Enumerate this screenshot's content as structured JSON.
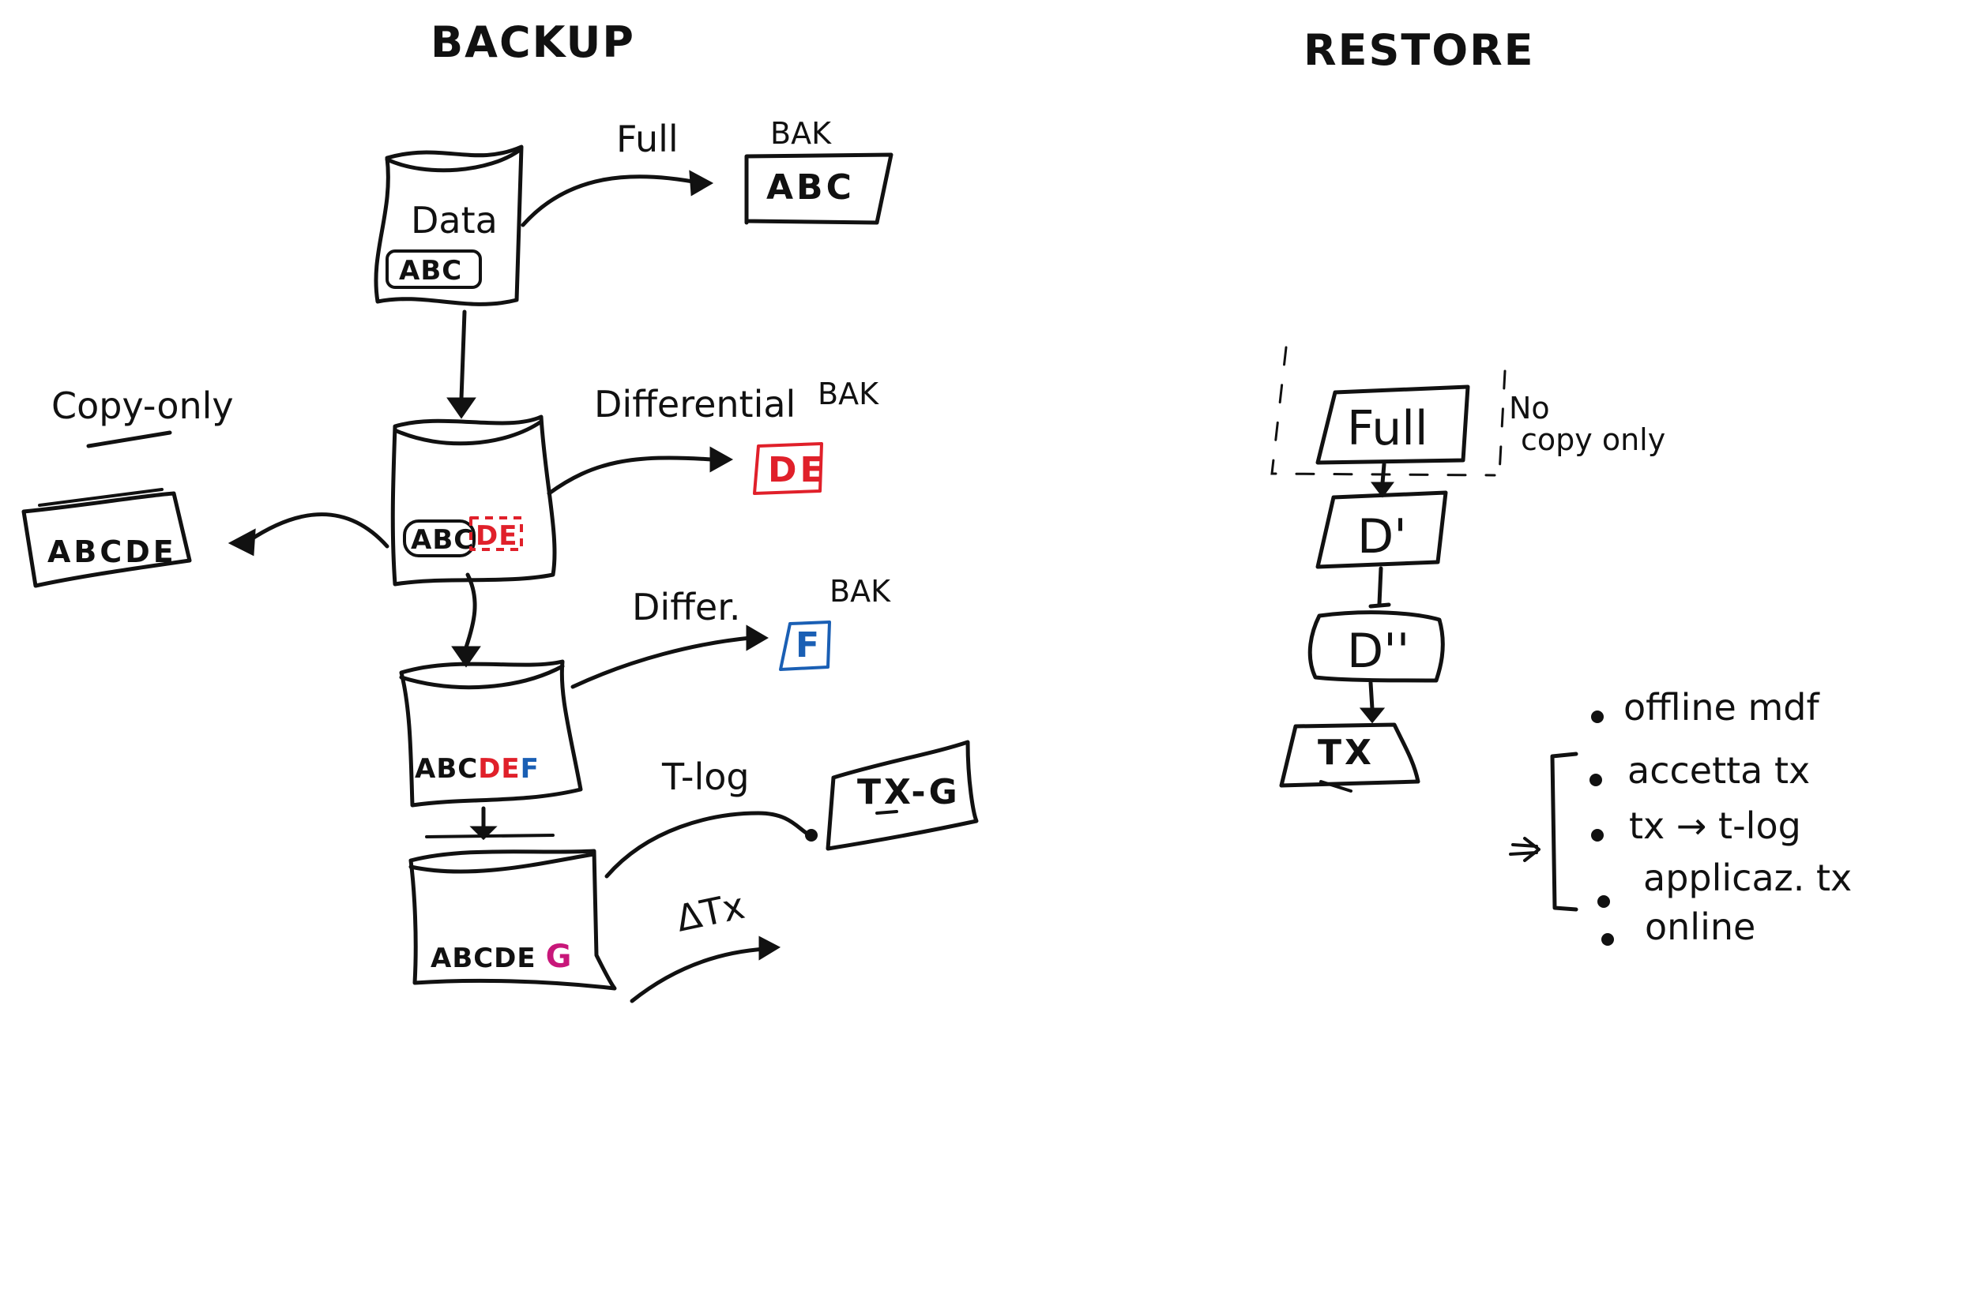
{
  "backup": {
    "title": "BACKUP",
    "full_label": "Full",
    "bak_label_1": "BAK",
    "bak_box_1": "ABC",
    "data_label": "Data",
    "db1_content": "ABC",
    "differential_label": "Differential",
    "bak_label_2": "BAK",
    "diff_box_1": "DE",
    "copy_only_label": "Copy-only",
    "copy_only_box": "ABCDE",
    "db2_content_black": "ABC",
    "db2_content_red": "DE",
    "differ_label": "Differ.",
    "bak_label_3": "BAK",
    "diff_box_2": "F",
    "db3_black": "ABC",
    "db3_red": "DE",
    "db3_blue": "F",
    "tlog_label": "T-log",
    "tlog_box": "TX-G",
    "db4_black": "ABCDE",
    "db4_magenta": "G",
    "delta_tx": "ΔTx"
  },
  "restore": {
    "title": "RESTORE",
    "full_box": "Full",
    "no_copy_only": [
      "No",
      "copy only"
    ],
    "diff1_box": "D'",
    "diff2_box": "D''",
    "tx_box": "TX",
    "steps": [
      "offline mdf",
      "accetta tx",
      "tx → t-log",
      "applicaz. tx",
      "online"
    ]
  },
  "colors": {
    "ink": "#111111",
    "red": "#e0202a",
    "blue": "#1a5fb4",
    "magenta": "#c8177a"
  }
}
